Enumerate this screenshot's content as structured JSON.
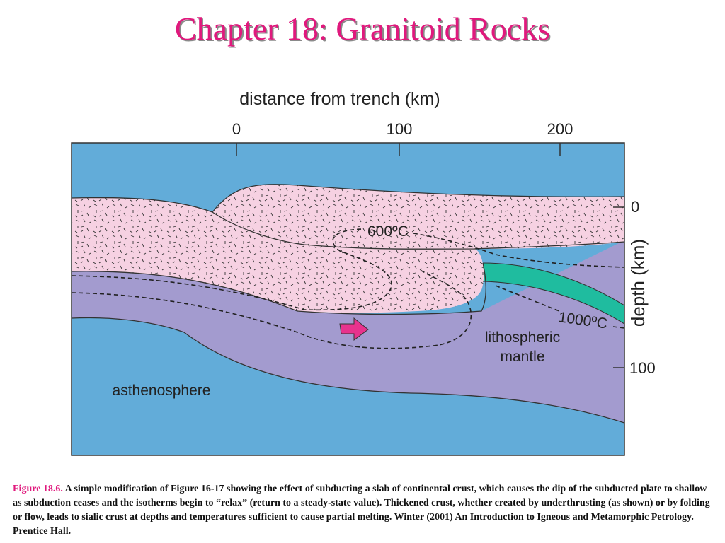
{
  "slide": {
    "title": "Chapter 18: Granitoid Rocks"
  },
  "diagram": {
    "top_axis": {
      "label": "distance from trench (km)",
      "ticks": [
        "0",
        "100",
        "200"
      ]
    },
    "right_axis": {
      "label": "depth (km)",
      "ticks": [
        "0",
        "100"
      ]
    },
    "isotherms": {
      "upper": "600ºC",
      "lower": "1000ºC"
    },
    "regions": {
      "lithosphere_line1": "lithospheric",
      "lithosphere_line2": "mantle",
      "asthenosphere": "asthenosphere"
    },
    "colors": {
      "crust": "#f6d1e2",
      "lithospheric_mantle": "#a39bcf",
      "asthenosphere": "#62acd9",
      "slab": "#1fbc9f",
      "arrow": "#e8338d"
    }
  },
  "caption": {
    "figure_label": "Figure 18.6.",
    "text": "A simple modification of Figure 16-17 showing the effect of subducting a slab of continental crust, which causes the dip of the subducted plate to shallow as subduction ceases and the isotherms begin to “relax” (return to a steady-state value). Thickened crust, whether created by underthrusting (as shown) or by folding or flow, leads to sialic crust at depths and temperatures sufficient to cause partial melting. Winter (2001) An Introduction to Igneous and Metamorphic Petrology. Prentice Hall."
  }
}
